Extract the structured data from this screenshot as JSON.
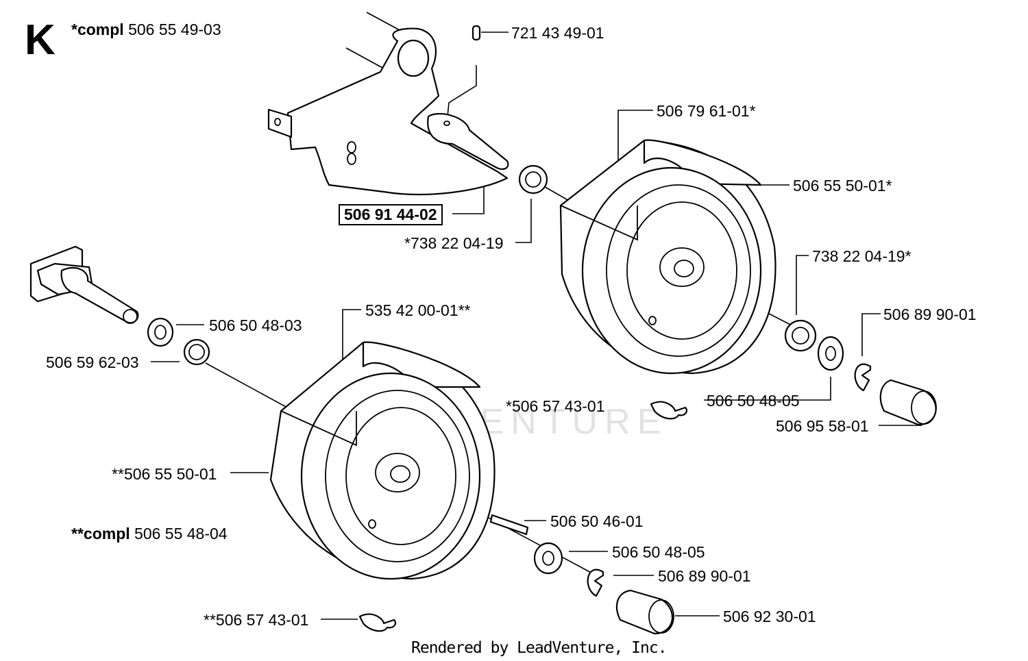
{
  "section": "K",
  "assemblies": [
    {
      "prefix": "*compl",
      "number": "506 55 49-03"
    },
    {
      "prefix": "**compl",
      "number": "506 55 48-04"
    }
  ],
  "callouts": [
    {
      "id": "pin",
      "text": "721 43 49-01"
    },
    {
      "id": "axle-top",
      "text": "506 91 44-02",
      "boxed": true
    },
    {
      "id": "bearing-top-inner",
      "text": "*738 22 04-19"
    },
    {
      "id": "rim-top",
      "text": "506 79 61-01*"
    },
    {
      "id": "tire-top",
      "text": "506 55 50-01*"
    },
    {
      "id": "bearing-top-outer",
      "text": "738 22 04-19*"
    },
    {
      "id": "clip-top",
      "text": "506 89 90-01"
    },
    {
      "id": "washer-top",
      "text": "506 50 48-05"
    },
    {
      "id": "cap-top",
      "text": "506 95 58-01"
    },
    {
      "id": "valve-top",
      "text": "*506 57 43-01"
    },
    {
      "id": "washer-bottom-inner",
      "text": "506 50 48-03"
    },
    {
      "id": "spacer-bottom",
      "text": "506 59 62-03"
    },
    {
      "id": "rim-bottom",
      "text": "535 42 00-01**"
    },
    {
      "id": "tire-bottom",
      "text": "**506 55 50-01"
    },
    {
      "id": "key-bottom",
      "text": "506 50 46-01"
    },
    {
      "id": "washer-bottom-outer",
      "text": "506 50 48-05"
    },
    {
      "id": "clip-bottom",
      "text": "506 89 90-01"
    },
    {
      "id": "cap-bottom",
      "text": "506 92 30-01"
    },
    {
      "id": "valve-bottom",
      "text": "**506 57 43-01"
    }
  ],
  "footer": "Rendered by LeadVenture, Inc.",
  "watermark": "LEADVENTURE"
}
